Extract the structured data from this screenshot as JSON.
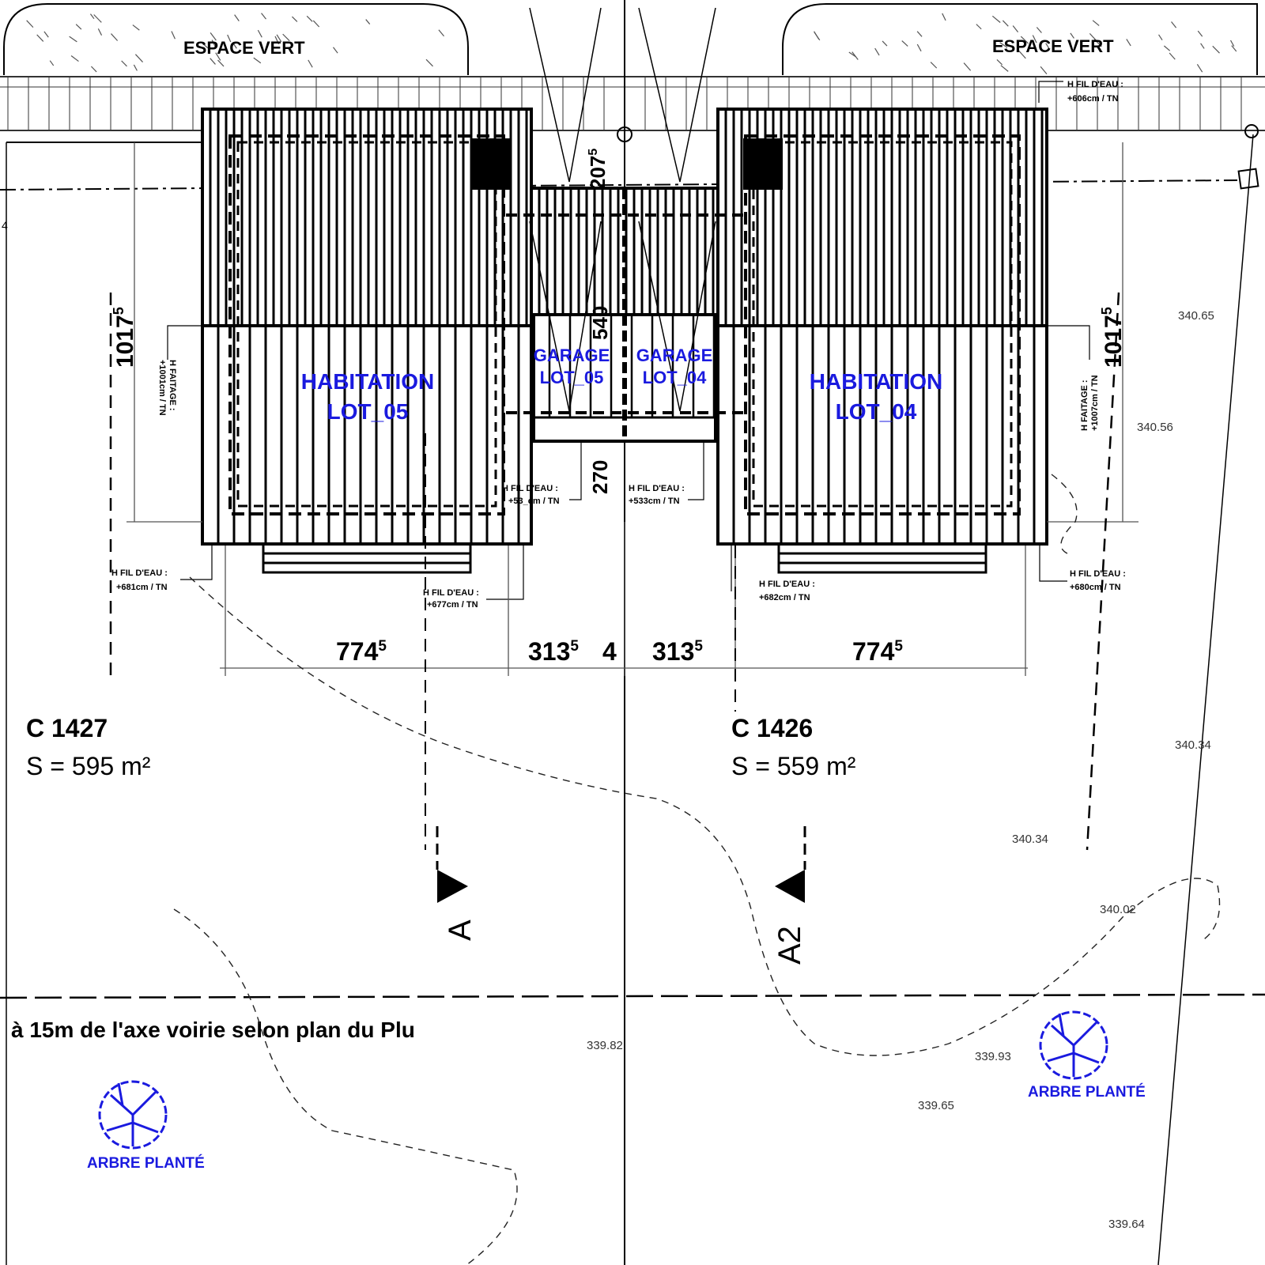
{
  "green_spaces": [
    "ESPACE VERT",
    "ESPACE VERT"
  ],
  "buildings": {
    "habitation_lot05": [
      "HABITATION",
      "LOT_05"
    ],
    "habitation_lot04": [
      "HABITATION",
      "LOT_04"
    ],
    "garage_lot05": [
      "GARAGE",
      "LOT_05"
    ],
    "garage_lot04": [
      "GARAGE",
      "LOT_04"
    ]
  },
  "heights": {
    "faitage_left": [
      "H FAITAGE :",
      "+1001cm / TN"
    ],
    "faitage_right": [
      "H FAITAGE :",
      "+1007cm / TN"
    ],
    "fil_eau_top_right": [
      "H FIL D'EAU :",
      "+606cm / TN"
    ],
    "fil_eau_left_a": [
      "H FIL D'EAU :",
      "+681cm / TN"
    ],
    "fil_eau_left_b": [
      "H FIL D'EAU :",
      "+677cm / TN"
    ],
    "fil_eau_garage_05": [
      "H FIL D'EAU :",
      "+53_cm / TN"
    ],
    "fil_eau_garage_04": [
      "H FIL D'EAU :",
      "+533cm / TN"
    ],
    "fil_eau_right_a": [
      "H FIL D'EAU :",
      "+682cm / TN"
    ],
    "fil_eau_right_b": [
      "H FIL D'EAU :",
      "+680cm / TN"
    ]
  },
  "dimensions": {
    "left_depth": {
      "main": "1017",
      "sup": "5"
    },
    "right_depth": {
      "main": "1017",
      "sup": "5"
    },
    "garage_top": {
      "main": "207",
      "sup": "5"
    },
    "garage_mid": "540",
    "garage_front": "270",
    "width_left": {
      "main": "774",
      "sup": "5"
    },
    "garage_left": {
      "main": "313",
      "sup": "5"
    },
    "gap": "4",
    "garage_right": {
      "main": "313",
      "sup": "5"
    },
    "width_right": {
      "main": "774",
      "sup": "5"
    },
    "edge_left": "4"
  },
  "parcels": [
    {
      "ref": "C 1427",
      "area": "S = 595 m²"
    },
    {
      "ref": "C 1426",
      "area": "S = 559 m²"
    }
  ],
  "sections": [
    "A",
    "A2"
  ],
  "setback_note": "à 15m de l'axe voirie selon plan du Plu",
  "elevations": [
    "340.65",
    "340.56",
    "340.34",
    "340.34",
    "340.02",
    "339.82",
    "339.93",
    "339.65",
    "339.64"
  ],
  "trees": [
    "ARBRE PLANTÉ",
    "ARBRE PLANTÉ"
  ],
  "colors": {
    "label_blue": "#1a1adf",
    "line": "#000000"
  }
}
